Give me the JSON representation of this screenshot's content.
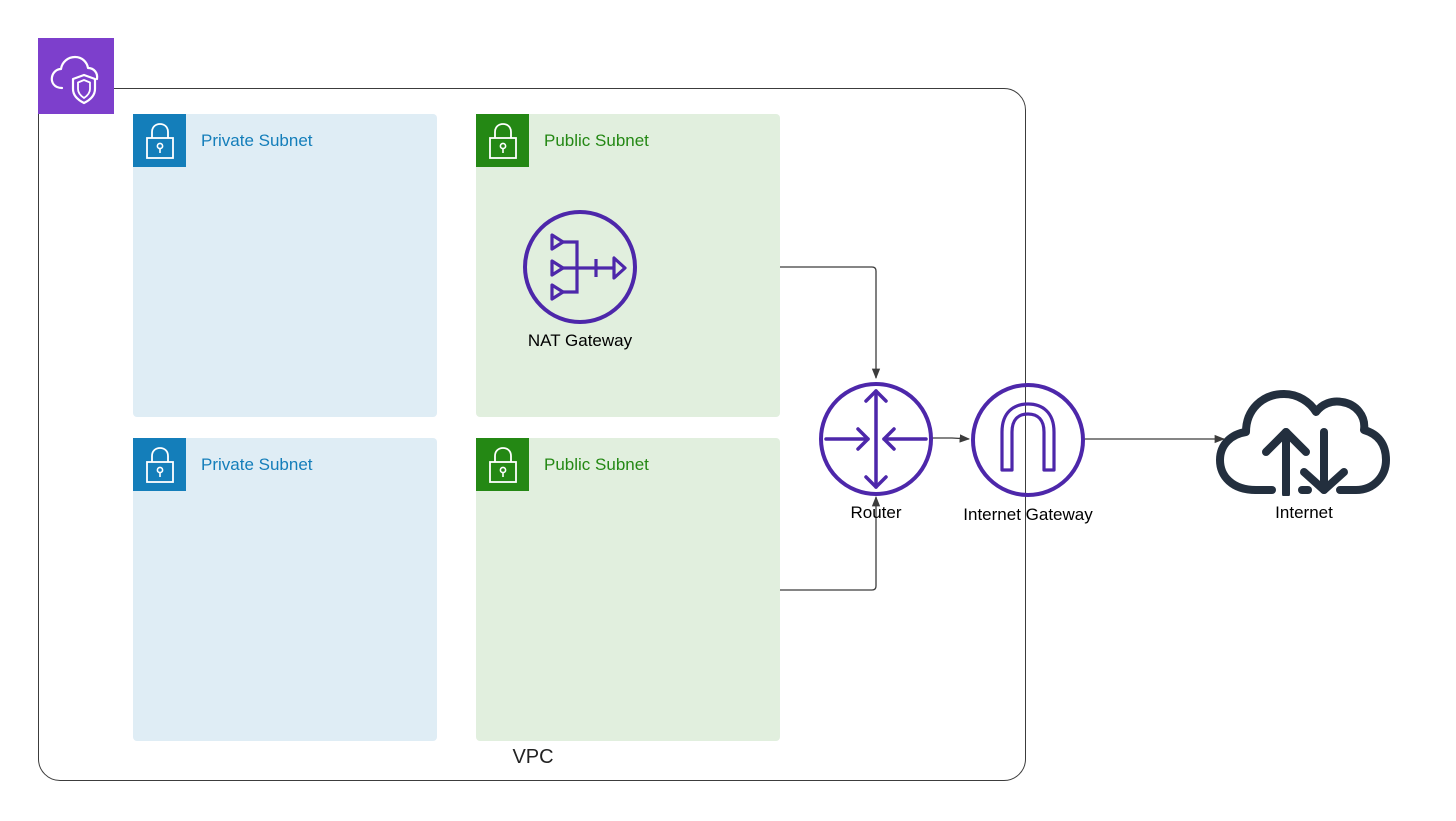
{
  "vpc": {
    "label": "VPC",
    "badge_icon": "cloud-shield-icon"
  },
  "subnets": [
    {
      "id": "private-1",
      "kind": "private",
      "label": "Private Subnet",
      "icon": "lock-icon"
    },
    {
      "id": "public-1",
      "kind": "public",
      "label": "Public Subnet",
      "icon": "lock-icon"
    },
    {
      "id": "private-2",
      "kind": "private",
      "label": "Private Subnet",
      "icon": "lock-icon"
    },
    {
      "id": "public-2",
      "kind": "public",
      "label": "Public Subnet",
      "icon": "lock-icon"
    }
  ],
  "nodes": {
    "nat_gateway": {
      "label": "NAT Gateway",
      "icon": "nat-gateway-icon"
    },
    "router": {
      "label": "Router",
      "icon": "router-icon"
    },
    "internet_gateway": {
      "label": "Internet Gateway",
      "icon": "internet-gateway-icon"
    },
    "internet": {
      "label": "Internet",
      "icon": "cloud-upload-download-icon"
    }
  },
  "colors": {
    "vpc_purple": "#7d3fcc",
    "node_purple": "#4d27aa",
    "private_blue": "#147eba",
    "private_fill": "#dfedf5",
    "public_green": "#248814",
    "public_fill": "#e1efde",
    "cloud_dark": "#232f3e",
    "connector": "#3c3c3c"
  },
  "connections": [
    {
      "from": "public-1",
      "to": "router"
    },
    {
      "from": "public-2",
      "to": "router"
    },
    {
      "from": "router",
      "to": "internet_gateway"
    },
    {
      "from": "internet_gateway",
      "to": "internet"
    }
  ]
}
